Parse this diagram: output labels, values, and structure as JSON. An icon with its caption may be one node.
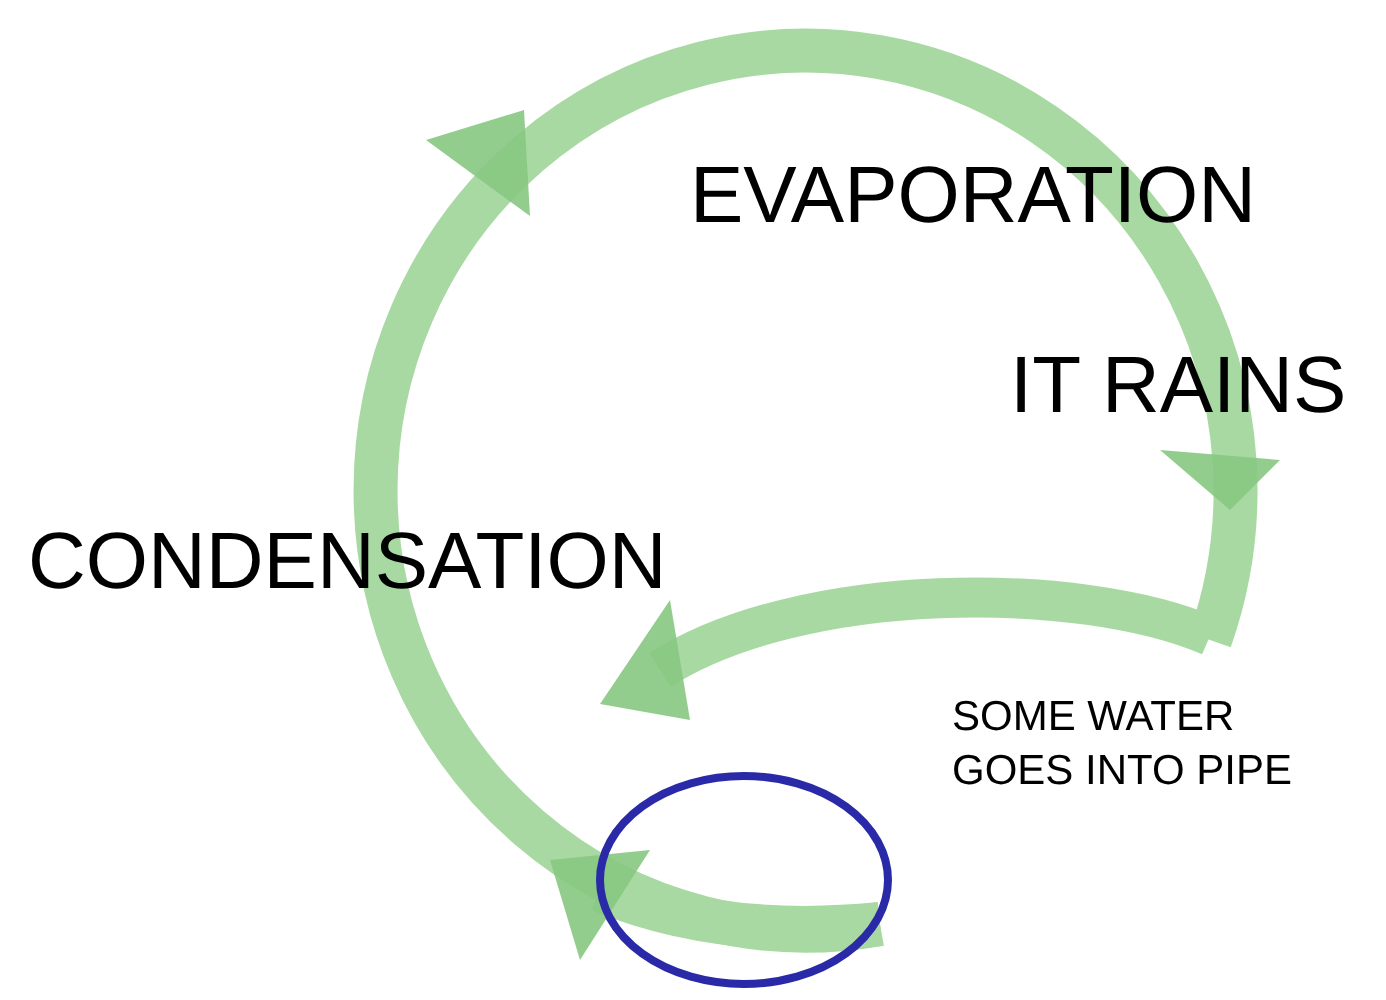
{
  "diagram": {
    "nodes": [
      {
        "text": [],
        "shape": "circle"
      }
    ],
    "labels": [
      "EVAPORATION",
      "IT RAINS",
      "CONDENSATION",
      "SOME WATER GOES INTO PIPE"
    ]
  }
}
